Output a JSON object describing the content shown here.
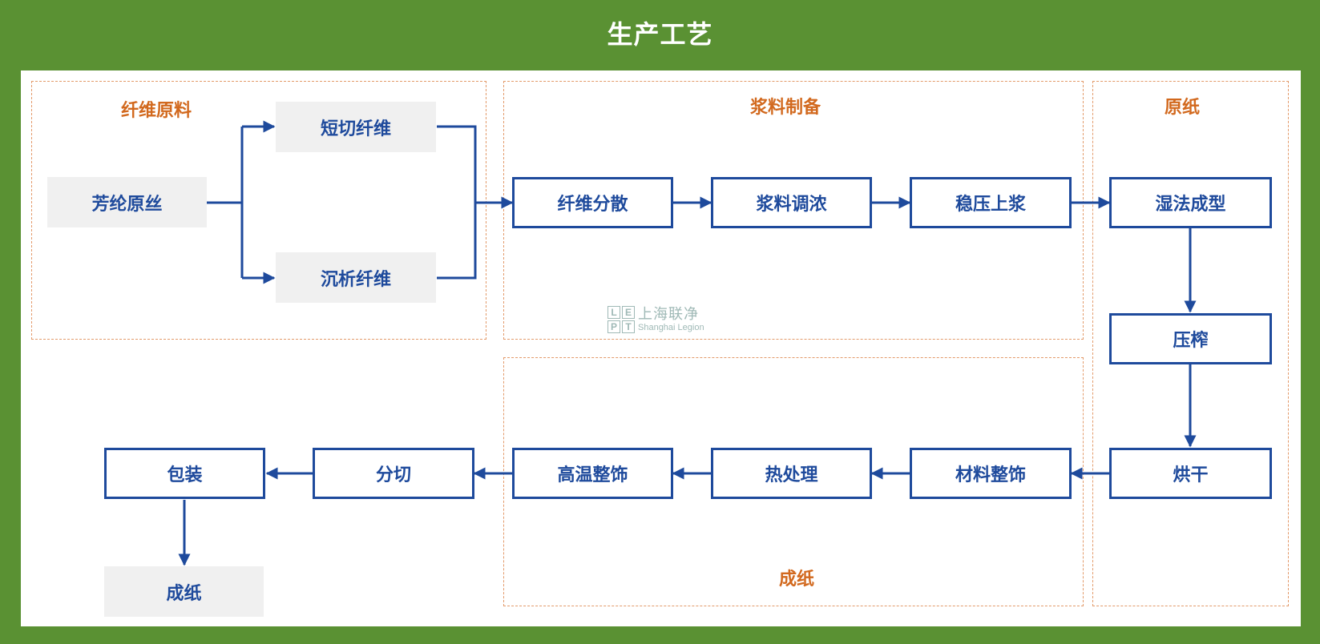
{
  "title": "生产工艺",
  "groups": {
    "raw": "纤维原料",
    "slurry": "浆料制备",
    "base": "原纸",
    "finished": "成纸"
  },
  "nodes": {
    "aramid": "芳纶原丝",
    "short_fiber": "短切纤维",
    "precip_fiber": "沉析纤维",
    "disperse": "纤维分散",
    "adjust": "浆料调浓",
    "stable": "稳压上浆",
    "wet_form": "湿法成型",
    "press": "压榨",
    "dry": "烘干",
    "material_finish": "材料整饰",
    "heat": "热处理",
    "hightemp": "高温整饰",
    "cut": "分切",
    "pack": "包装",
    "final": "成纸"
  },
  "watermark": {
    "logo": [
      "L",
      "E",
      "P",
      "T"
    ],
    "cn": "上海联净",
    "en": "Shanghai Legion"
  },
  "colors": {
    "background": "#5a9133",
    "node": "#1e4a9c",
    "group_border": "#e39a6a",
    "group_label": "#d2691e"
  }
}
